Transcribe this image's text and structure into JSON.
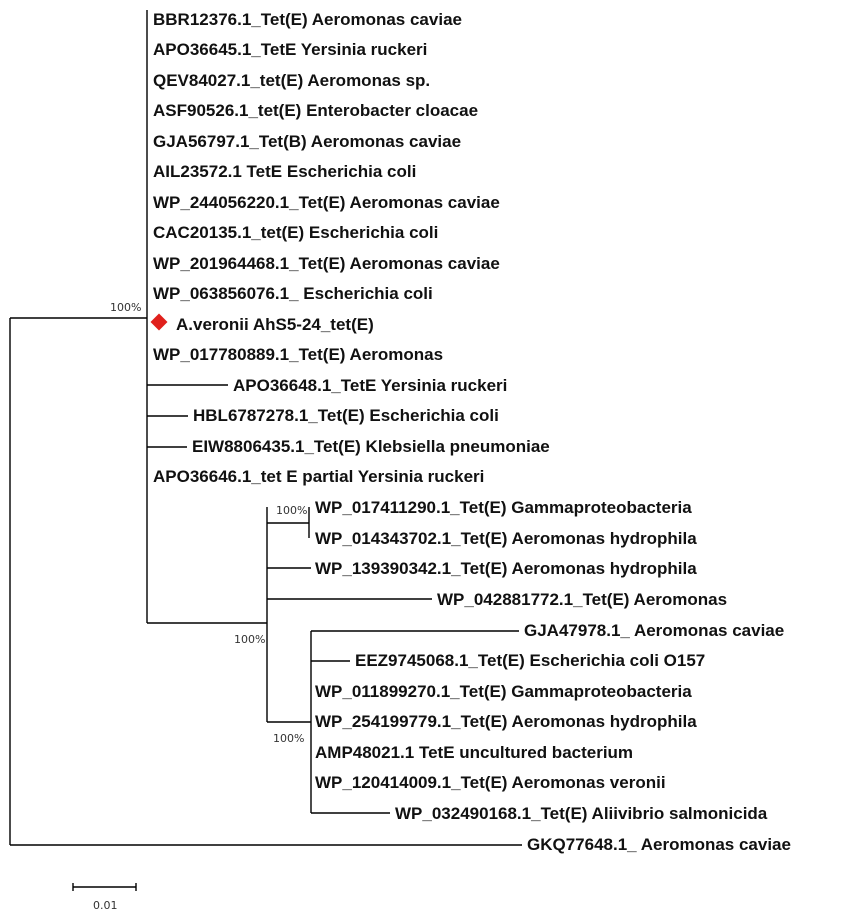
{
  "tree": {
    "taxa": [
      "BBR12376.1_Tet(E) Aeromonas caviae",
      "APO36645.1_TetE  Yersinia ruckeri",
      "QEV84027.1_tet(E) Aeromonas sp.",
      "ASF90526.1_tet(E) Enterobacter cloacae",
      "GJA56797.1_Tet(B) Aeromonas caviae",
      "AIL23572.1 TetE Escherichia coli",
      "WP_244056220.1_Tet(E) Aeromonas caviae",
      "CAC20135.1_tet(E) Escherichia coli",
      "WP_201964468.1_Tet(E) Aeromonas caviae",
      "WP_063856076.1_ Escherichia coli",
      "A.veronii AhS5-24_tet(E)",
      "WP_017780889.1_Tet(E) Aeromonas",
      "APO36648.1_TetE Yersinia ruckeri",
      "HBL6787278.1_Tet(E) Escherichia coli",
      "EIW8806435.1_Tet(E) Klebsiella pneumoniae",
      "APO36646.1_tet E partial Yersinia ruckeri",
      "WP_017411290.1_Tet(E) Gammaproteobacteria",
      "WP_014343702.1_Tet(E) Aeromonas hydrophila",
      "WP_139390342.1_Tet(E) Aeromonas hydrophila",
      "WP_042881772.1_Tet(E) Aeromonas",
      "GJA47978.1_ Aeromonas caviae",
      "EEZ9745068.1_Tet(E) Escherichia coli O157",
      "WP_011899270.1_Tet(E) Gammaproteobacteria",
      "WP_254199779.1_Tet(E) Aeromonas hydrophila",
      "AMP48021.1 TetE uncultured bacterium",
      "WP_120414009.1_Tet(E) Aeromonas veronii",
      "WP_032490168.1_Tet(E) Aliivibrio salmonicida",
      "GKQ77648.1_ Aeromonas caviae"
    ],
    "highlighted_taxon_index": 10,
    "highlight_color": "#e0201c",
    "bootstrap_labels": [
      "100%",
      "100%",
      "100%",
      "100%"
    ],
    "scale_bar_label": "0.01"
  }
}
